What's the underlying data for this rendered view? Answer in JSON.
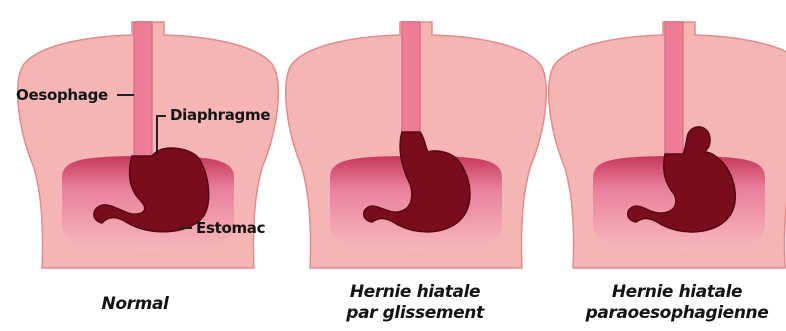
{
  "labels": {
    "oesophage": "Oesophage",
    "diaphragme": "Diaphragme",
    "estomac": "Estomac"
  },
  "captions": {
    "normal": "Normal",
    "sliding_line1": "Hernie hiatale",
    "sliding_line2": "par glissement",
    "para_line1": "Hernie hiatale",
    "para_line2": "paraoesophagienne"
  },
  "colors": {
    "torso": "#f4b5b4",
    "torso_outline": "#e08d8c",
    "abdomen_top": "#c7385a",
    "abdomen_mid": "#e9809c",
    "abdomen_bottom": "#f6b8ba",
    "esophagus": "#ef7d96",
    "esophagus_outline": "#d86880",
    "stomach": "#7a0d1b",
    "stomach_outline": "#560810",
    "leader": "#222222"
  }
}
